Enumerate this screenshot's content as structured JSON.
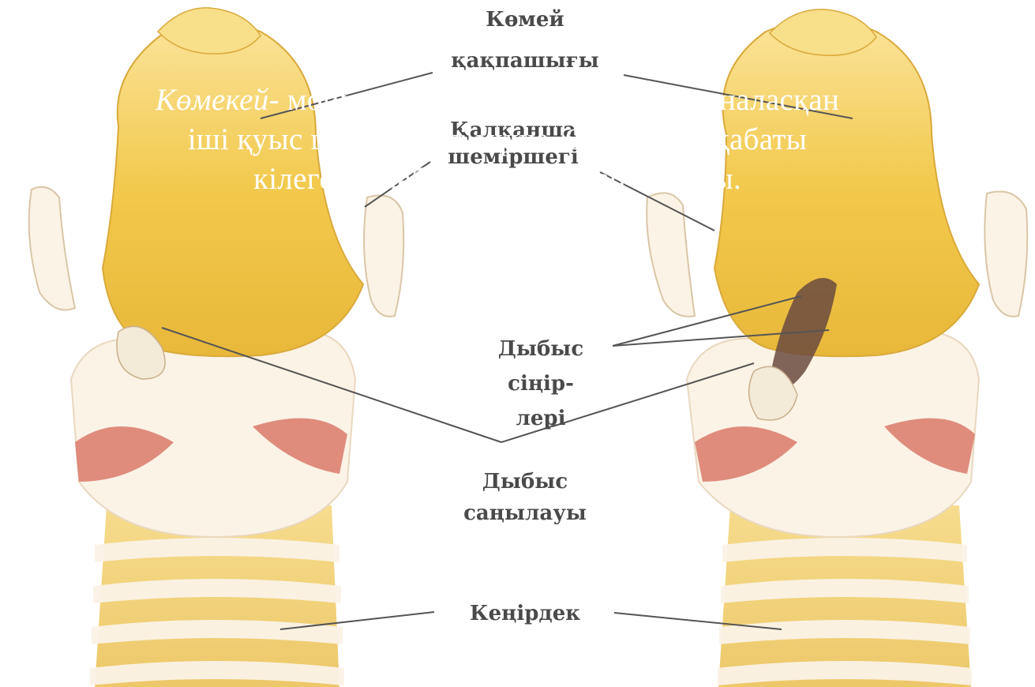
{
  "labels": {
    "epiglottis": [
      "Көмей",
      "қақпашығы"
    ],
    "thyroid": [
      "Қалқанша",
      "шеміршегі"
    ],
    "vocal_cords": [
      "Дыбыс",
      "сіңір-",
      "лері"
    ],
    "glottis": [
      "Дыбыс",
      "саңылауы"
    ],
    "trachea": "Кеңірдек"
  },
  "caption": {
    "term": "Көмекей",
    "definition": "- мойынның алдыңғы жағында орналасқан іші қуыс шеміршекті мүше. Оның ішкі қабаты кілегейлі қабықша астарлап жатады."
  },
  "colors": {
    "cartilage": "#f2c94c",
    "cartilage_light": "#f8df8a",
    "muscle": "#d9796a",
    "membrane": "#fbf3e6",
    "leader": "#555555",
    "label": "#4a4a4a"
  }
}
